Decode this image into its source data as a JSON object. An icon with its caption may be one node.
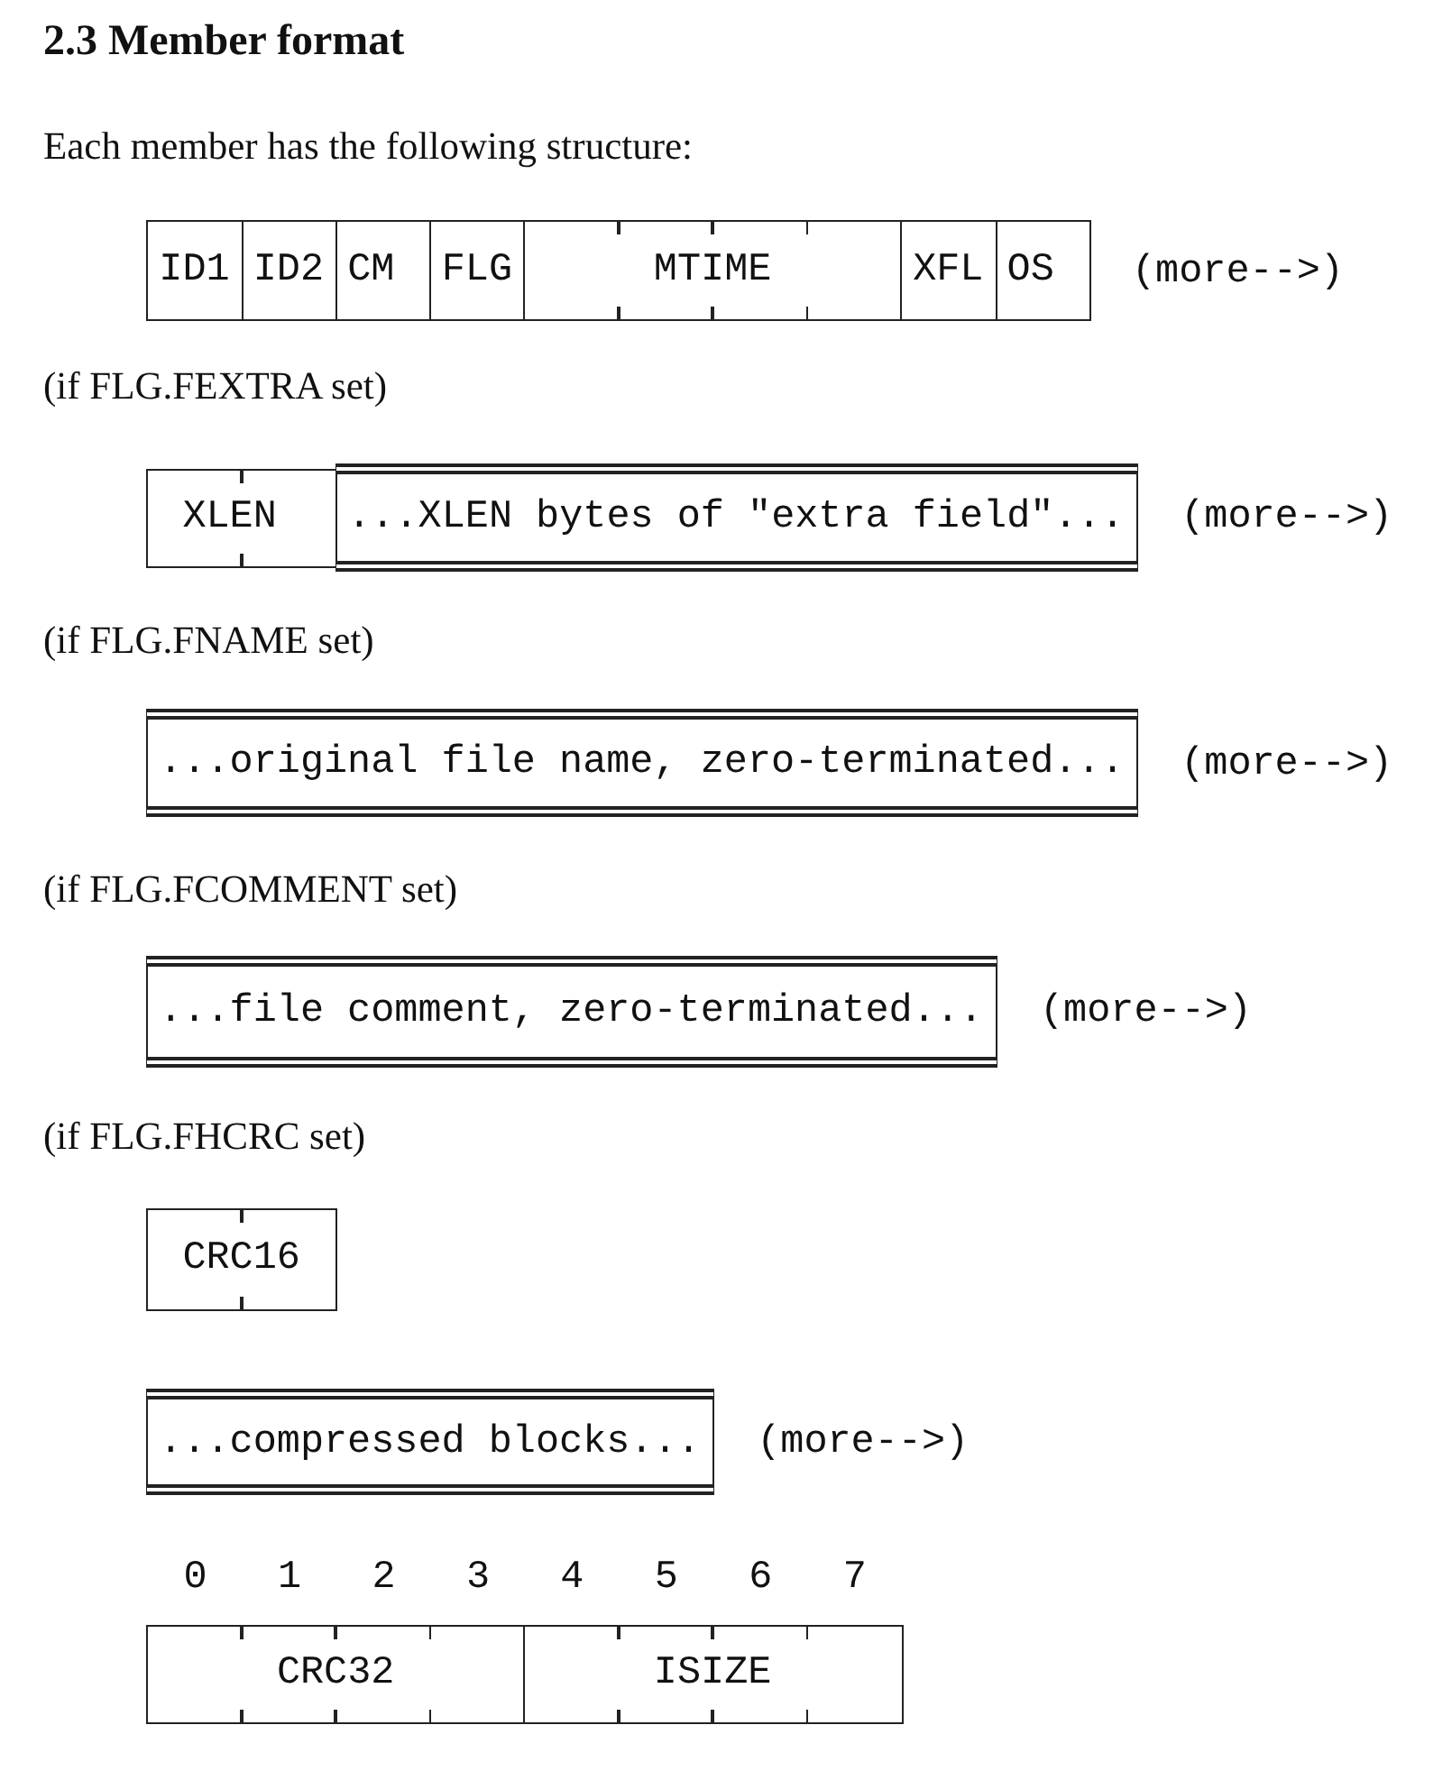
{
  "diagram": {
    "title": "2.3 Member format",
    "nodes": [
      {
        "text": [
          "ID1"
        ]
      },
      {
        "text": [
          "ID2"
        ]
      },
      {
        "text": [
          "CM"
        ]
      },
      {
        "text": [
          "FLG"
        ]
      },
      {
        "text": [
          "MTIME"
        ]
      },
      {
        "text": [
          "XFL"
        ]
      },
      {
        "text": [
          "OS"
        ]
      },
      {
        "text": [
          "XLEN"
        ]
      },
      {
        "text": [
          "...XLEN bytes of \"extra field\"..."
        ]
      },
      {
        "text": [
          "...original file name, zero-terminated..."
        ]
      },
      {
        "text": [
          "...file comment, zero-terminated..."
        ]
      },
      {
        "text": [
          "CRC16"
        ]
      },
      {
        "text": [
          "...compressed blocks..."
        ]
      },
      {
        "text": [
          "CRC32"
        ]
      },
      {
        "text": [
          "ISIZE"
        ]
      }
    ],
    "labels": [
      "Each member has the following structure:",
      "(more-->)",
      "(if FLG.FEXTRA set)",
      "(more-->)",
      "(if FLG.FNAME set)",
      "(more-->)",
      "(if FLG.FCOMMENT set)",
      "(more-->)",
      "(if FLG.FHCRC set)",
      "(more-->)",
      "0",
      "1",
      "2",
      "3",
      "4",
      "5",
      "6",
      "7"
    ]
  }
}
